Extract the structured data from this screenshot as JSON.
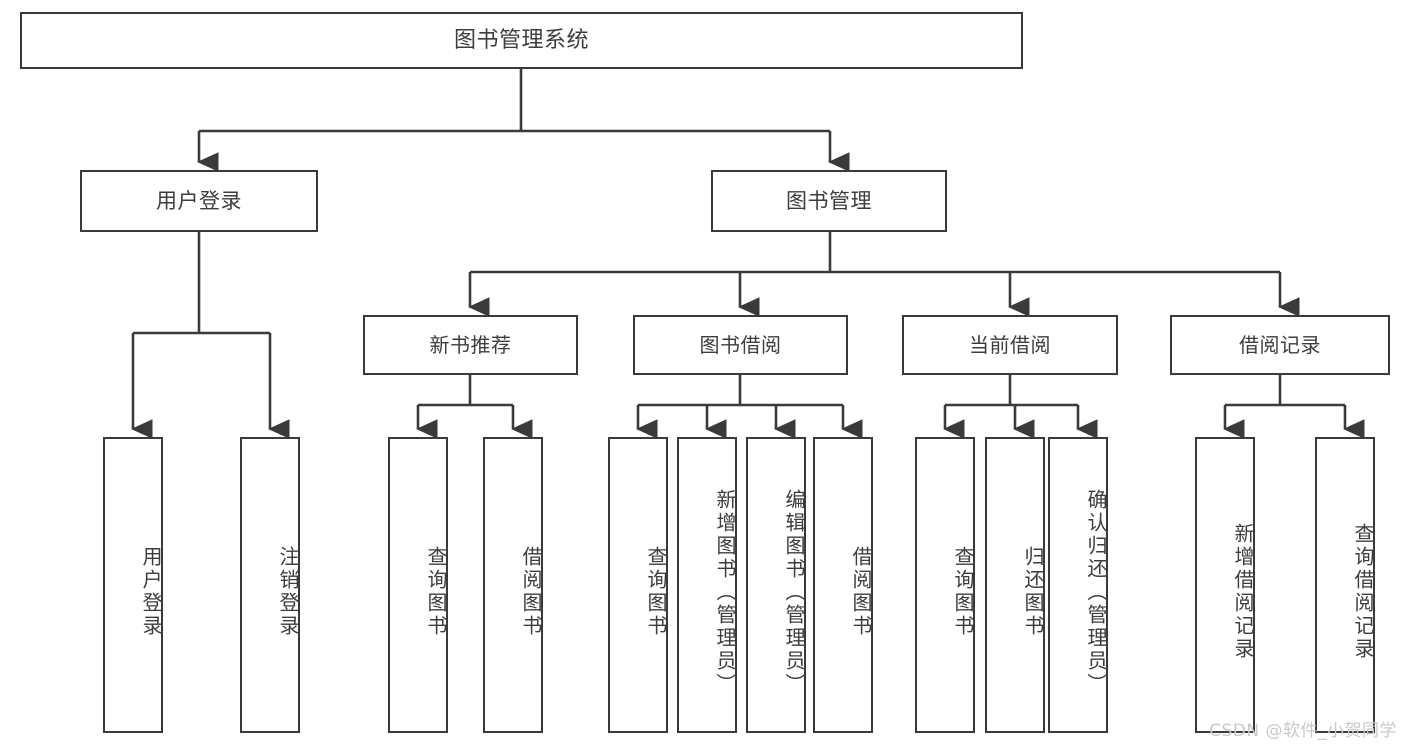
{
  "diagram": {
    "title": "图书管理系统",
    "type": "hierarchy-tree",
    "stroke_color": "#3a3a3a",
    "fill_color": "#ffffff",
    "text_color": "#3d3d3d",
    "root": {
      "label": "图书管理系统"
    },
    "level2": [
      {
        "label": "用户登录"
      },
      {
        "label": "图书管理"
      }
    ],
    "level3": [
      {
        "label": "新书推荐"
      },
      {
        "label": "图书借阅"
      },
      {
        "label": "当前借阅"
      },
      {
        "label": "借阅记录"
      }
    ],
    "leaves": {
      "user_login": [
        {
          "label": "用户登录"
        },
        {
          "label": "注销登录"
        }
      ],
      "new_book_recommend": [
        {
          "label": "查询图书"
        },
        {
          "label": "借阅图书"
        }
      ],
      "book_borrow": [
        {
          "label": "查询图书"
        },
        {
          "label": "新增图书（管理员）"
        },
        {
          "label": "编辑图书（管理员）"
        },
        {
          "label": "借阅图书"
        }
      ],
      "current_borrow": [
        {
          "label": "查询图书"
        },
        {
          "label": "归还图书"
        },
        {
          "label": "确认归还（管理员）"
        }
      ],
      "borrow_record": [
        {
          "label": "新增借阅记录"
        },
        {
          "label": "查询借阅记录"
        }
      ]
    }
  },
  "watermark": {
    "text": "CSDN @软件_小贺同学"
  }
}
